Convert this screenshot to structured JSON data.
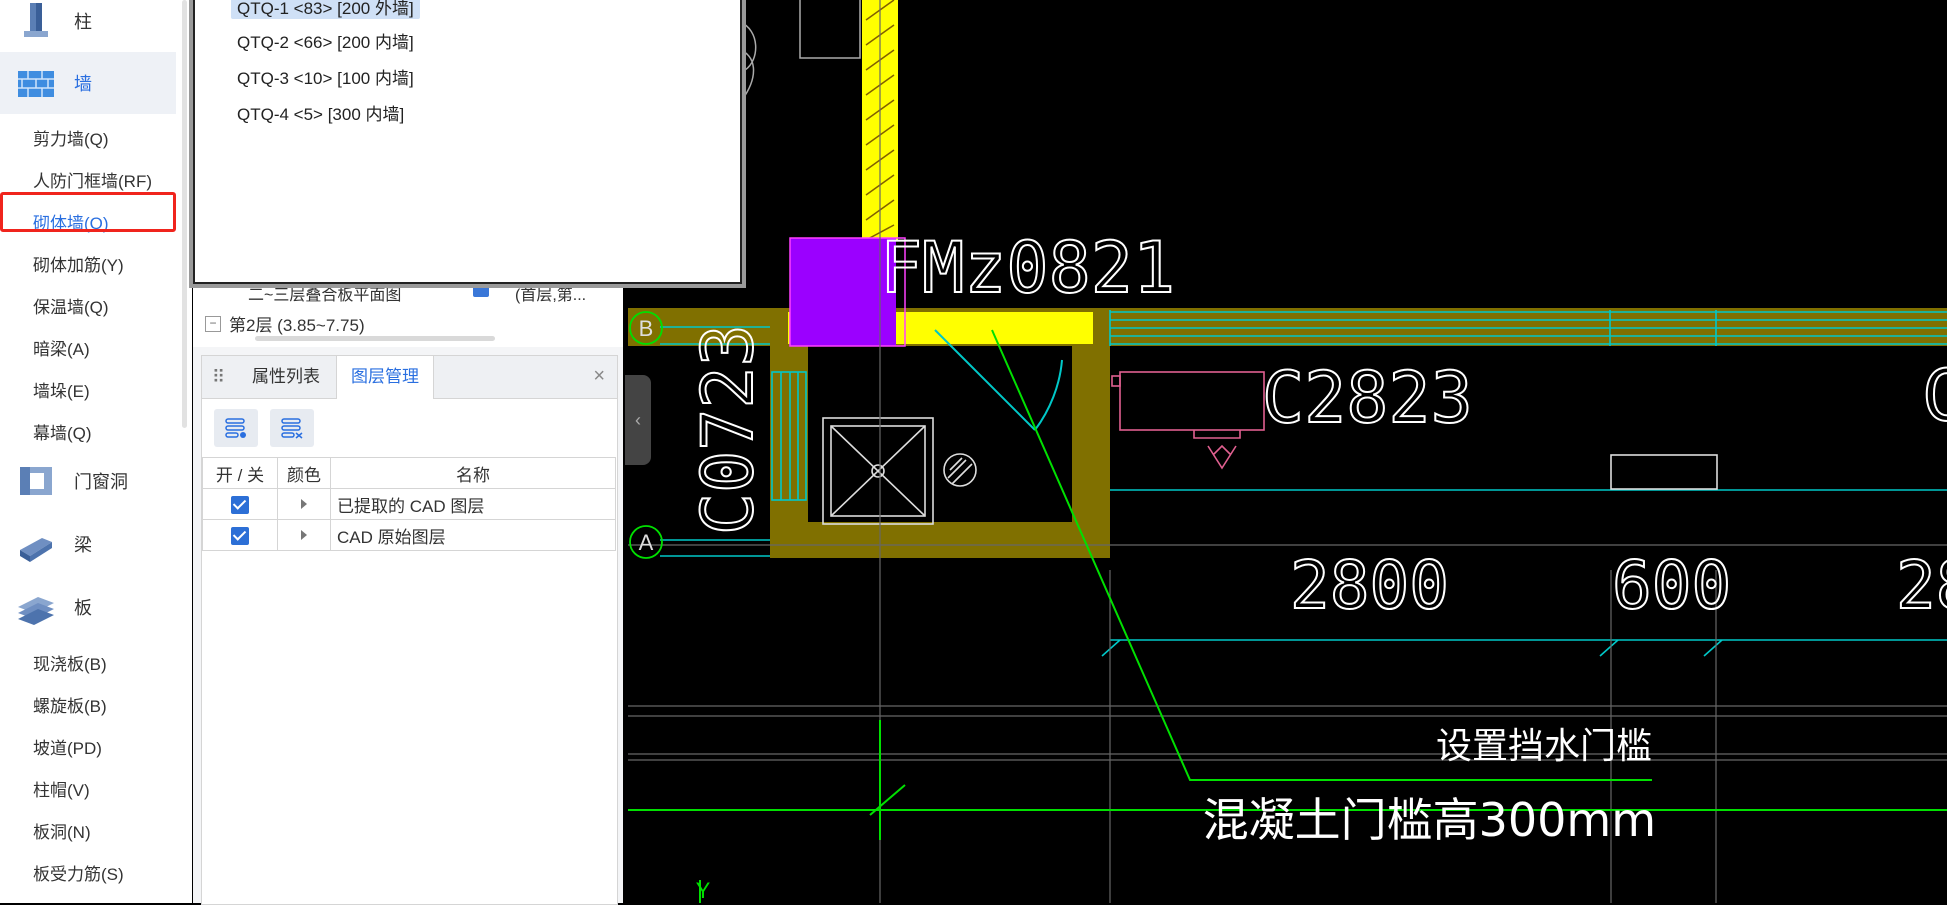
{
  "nav": {
    "categories": [
      {
        "label": "柱",
        "icon": "column-icon"
      },
      {
        "label": "墙",
        "icon": "wall-icon"
      },
      {
        "label": "门窗洞",
        "icon": "door-window-icon"
      },
      {
        "label": "梁",
        "icon": "beam-icon"
      },
      {
        "label": "板",
        "icon": "slab-icon"
      }
    ],
    "wall_items": [
      "剪力墙(Q)",
      "人防门框墙(RF)",
      "砌体墙(Q)",
      "砌体加筋(Y)",
      "保温墙(Q)",
      "暗梁(A)",
      "墙垛(E)",
      "幕墙(Q)"
    ],
    "slab_items": [
      "现浇板(B)",
      "螺旋板(B)",
      "坡道(PD)",
      "柱帽(V)",
      "板洞(N)",
      "板受力筋(S)"
    ],
    "active_item": "砌体墙(Q)"
  },
  "component_list": {
    "items": [
      "QTQ-1 <83> [200 外墙]",
      "QTQ-2 <66> [200 内墙]",
      "QTQ-3 <10> [100 内墙]",
      "QTQ-4 <5> [300 内墙]"
    ],
    "selected": "QTQ-1 <83> [200 外墙]"
  },
  "floors": {
    "row1_name": "二~三层叠合板平面图",
    "row1_tag": "(首层,第...",
    "row2": "第2层 (3.85~7.75)",
    "row2_toggle": "−"
  },
  "panel": {
    "tabs": [
      "属性列表",
      "图层管理"
    ],
    "active_tab": "图层管理",
    "close": "×",
    "columns": [
      "开 / 关",
      "颜色",
      "名称"
    ],
    "layers": [
      {
        "name": "已提取的 CAD 图层",
        "on": true
      },
      {
        "name": "CAD 原始图层",
        "on": true
      }
    ]
  },
  "cad": {
    "labels": {
      "door": "FMz0821",
      "window_left": "C0723",
      "window_right": "C2823",
      "dim1": "2800",
      "dim2": "600",
      "dim3": "28",
      "note1": "设置挡水门槛",
      "note2": "混凝土门槛高300mm",
      "axis_b": "B",
      "axis_a": "A",
      "axis_y": "Y",
      "edge_c": "C"
    },
    "colors": {
      "wall": "#807000",
      "highlight_wall": "#ffff00",
      "door_column": "#9b00ff",
      "window_line": "#00c8c8",
      "leader": "#00e000"
    }
  },
  "collapse_arrow": "‹"
}
